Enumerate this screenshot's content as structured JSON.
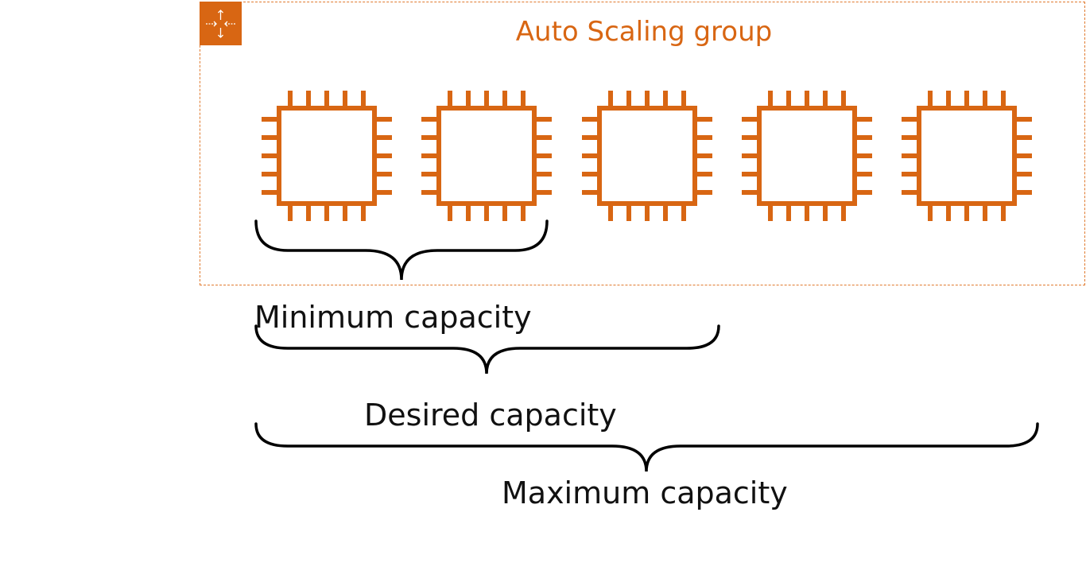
{
  "group": {
    "title": "Auto Scaling group",
    "icon": "auto-scaling-icon"
  },
  "instances": [
    {
      "icon": "ec2-instance-chip-icon"
    },
    {
      "icon": "ec2-instance-chip-icon"
    },
    {
      "icon": "ec2-instance-chip-icon"
    },
    {
      "icon": "ec2-instance-chip-icon"
    },
    {
      "icon": "ec2-instance-chip-icon"
    }
  ],
  "capacities": {
    "minimum": {
      "label": "Minimum capacity",
      "instance_count": 2
    },
    "desired": {
      "label": "Desired capacity",
      "instance_count": 3
    },
    "maximum": {
      "label": "Maximum capacity",
      "instance_count": 5
    }
  },
  "colors": {
    "accent": "#d86613",
    "border": "#e07a2e",
    "text": "#111111",
    "brace": "#000000"
  }
}
